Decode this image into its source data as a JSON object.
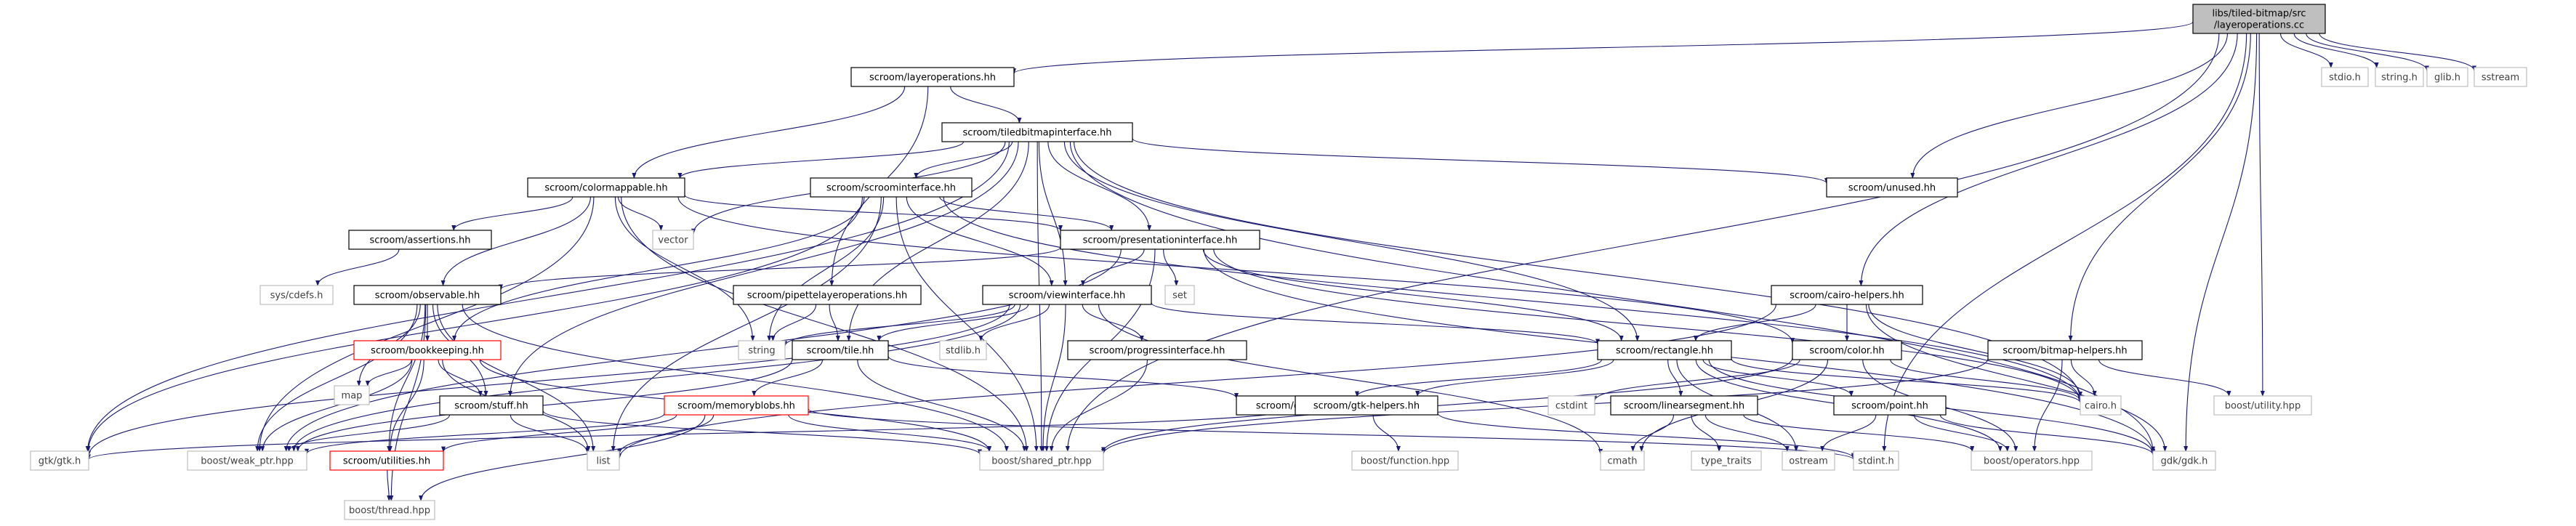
{
  "graph": {
    "nodes": [
      {
        "id": "root",
        "lines": [
          "libs/tiled-bitmap/src",
          "/layeroperations.cc"
        ],
        "style": "root"
      },
      {
        "id": "stdio",
        "lines": [
          "stdio.h"
        ],
        "style": "ext"
      },
      {
        "id": "string_h",
        "lines": [
          "string.h"
        ],
        "style": "ext"
      },
      {
        "id": "glib",
        "lines": [
          "glib.h"
        ],
        "style": "ext"
      },
      {
        "id": "sstream",
        "lines": [
          "sstream"
        ],
        "style": "ext"
      },
      {
        "id": "layerops",
        "lines": [
          "scroom/layeroperations.hh"
        ],
        "style": "normal"
      },
      {
        "id": "tbi",
        "lines": [
          "scroom/tiledbitmapinterface.hh"
        ],
        "style": "normal"
      },
      {
        "id": "unused",
        "lines": [
          "scroom/unused.hh"
        ],
        "style": "normal"
      },
      {
        "id": "colormappable",
        "lines": [
          "scroom/colormappable.hh"
        ],
        "style": "normal"
      },
      {
        "id": "scroominterface",
        "lines": [
          "scroom/scroominterface.hh"
        ],
        "style": "normal"
      },
      {
        "id": "vector",
        "lines": [
          "vector"
        ],
        "style": "ext"
      },
      {
        "id": "assertions",
        "lines": [
          "scroom/assertions.hh"
        ],
        "style": "normal"
      },
      {
        "id": "presentation",
        "lines": [
          "scroom/presentationinterface.hh"
        ],
        "style": "normal"
      },
      {
        "id": "syscdefs",
        "lines": [
          "sys/cdefs.h"
        ],
        "style": "ext"
      },
      {
        "id": "set",
        "lines": [
          "set"
        ],
        "style": "ext"
      },
      {
        "id": "observable",
        "lines": [
          "scroom/observable.hh"
        ],
        "style": "normal"
      },
      {
        "id": "pipette",
        "lines": [
          "scroom/pipettelayeroperations.hh"
        ],
        "style": "normal"
      },
      {
        "id": "viewinterface",
        "lines": [
          "scroom/viewinterface.hh"
        ],
        "style": "normal"
      },
      {
        "id": "cairohelpers",
        "lines": [
          "scroom/cairo-helpers.hh"
        ],
        "style": "normal"
      },
      {
        "id": "bookkeeping",
        "lines": [
          "scroom/bookkeeping.hh"
        ],
        "style": "red"
      },
      {
        "id": "string",
        "lines": [
          "string"
        ],
        "style": "ext"
      },
      {
        "id": "tile",
        "lines": [
          "scroom/tile.hh"
        ],
        "style": "normal"
      },
      {
        "id": "stdlib",
        "lines": [
          "stdlib.h"
        ],
        "style": "ext"
      },
      {
        "id": "progress",
        "lines": [
          "scroom/progressinterface.hh"
        ],
        "style": "normal"
      },
      {
        "id": "rectangle",
        "lines": [
          "scroom/rectangle.hh"
        ],
        "style": "normal"
      },
      {
        "id": "color",
        "lines": [
          "scroom/color.hh"
        ],
        "style": "normal"
      },
      {
        "id": "bitmaphelpers",
        "lines": [
          "scroom/bitmap-helpers.hh"
        ],
        "style": "normal"
      },
      {
        "id": "map",
        "lines": [
          "map"
        ],
        "style": "ext"
      },
      {
        "id": "stuff",
        "lines": [
          "scroom/stuff.hh"
        ],
        "style": "normal"
      },
      {
        "id": "memoryblobs",
        "lines": [
          "scroom/memoryblobs.hh"
        ],
        "style": "red"
      },
      {
        "id": "global",
        "lines": [
          "scroom/global.hh"
        ],
        "style": "normal"
      },
      {
        "id": "cstdint",
        "lines": [
          "cstdint"
        ],
        "style": "ext"
      },
      {
        "id": "gtkhelpers",
        "lines": [
          "scroom/gtk-helpers.hh"
        ],
        "style": "normal"
      },
      {
        "id": "linearsegment",
        "lines": [
          "scroom/linearsegment.hh"
        ],
        "style": "normal"
      },
      {
        "id": "point",
        "lines": [
          "scroom/point.hh"
        ],
        "style": "normal"
      },
      {
        "id": "cairo",
        "lines": [
          "cairo.h"
        ],
        "style": "ext"
      },
      {
        "id": "boostutility",
        "lines": [
          "boost/utility.hpp"
        ],
        "style": "ext"
      },
      {
        "id": "gtk",
        "lines": [
          "gtk/gtk.h"
        ],
        "style": "ext"
      },
      {
        "id": "weakptr",
        "lines": [
          "boost/weak_ptr.hpp"
        ],
        "style": "ext"
      },
      {
        "id": "utilities",
        "lines": [
          "scroom/utilities.hh"
        ],
        "style": "red"
      },
      {
        "id": "list",
        "lines": [
          "list"
        ],
        "style": "ext"
      },
      {
        "id": "sharedptr",
        "lines": [
          "boost/shared_ptr.hpp"
        ],
        "style": "ext"
      },
      {
        "id": "boostfunction",
        "lines": [
          "boost/function.hpp"
        ],
        "style": "ext"
      },
      {
        "id": "cmath",
        "lines": [
          "cmath"
        ],
        "style": "ext"
      },
      {
        "id": "typetraits",
        "lines": [
          "type_traits"
        ],
        "style": "ext"
      },
      {
        "id": "ostream",
        "lines": [
          "ostream"
        ],
        "style": "ext"
      },
      {
        "id": "stdint",
        "lines": [
          "stdint.h"
        ],
        "style": "ext"
      },
      {
        "id": "operators",
        "lines": [
          "boost/operators.hpp"
        ],
        "style": "ext"
      },
      {
        "id": "gdk",
        "lines": [
          "gdk/gdk.h"
        ],
        "style": "ext"
      },
      {
        "id": "boostthread",
        "lines": [
          "boost/thread.hpp"
        ],
        "style": "ext"
      }
    ],
    "edges": [
      [
        "root",
        "layerops"
      ],
      [
        "root",
        "stdio"
      ],
      [
        "root",
        "string_h"
      ],
      [
        "root",
        "glib"
      ],
      [
        "root",
        "sstream"
      ],
      [
        "root",
        "unused"
      ],
      [
        "root",
        "cairohelpers"
      ],
      [
        "root",
        "bitmaphelpers"
      ],
      [
        "root",
        "boostutility"
      ],
      [
        "root",
        "stdint"
      ],
      [
        "root",
        "sharedptr"
      ],
      [
        "root",
        "gdk"
      ],
      [
        "layerops",
        "tbi"
      ],
      [
        "layerops",
        "colormappable"
      ],
      [
        "layerops",
        "pipette"
      ],
      [
        "tbi",
        "unused"
      ],
      [
        "tbi",
        "colormappable"
      ],
      [
        "tbi",
        "scroominterface"
      ],
      [
        "tbi",
        "vector"
      ],
      [
        "tbi",
        "presentation"
      ],
      [
        "tbi",
        "viewinterface"
      ],
      [
        "tbi",
        "tile"
      ],
      [
        "tbi",
        "rectangle"
      ],
      [
        "tbi",
        "cairo"
      ],
      [
        "tbi",
        "gtk"
      ],
      [
        "tbi",
        "sharedptr"
      ],
      [
        "tbi",
        "gdk"
      ],
      [
        "tbi",
        "stuff"
      ],
      [
        "colormappable",
        "assertions"
      ],
      [
        "colormappable",
        "vector"
      ],
      [
        "colormappable",
        "presentation"
      ],
      [
        "colormappable",
        "observable"
      ],
      [
        "colormappable",
        "color"
      ],
      [
        "colormappable",
        "string"
      ],
      [
        "colormappable",
        "sharedptr"
      ],
      [
        "colormappable",
        "weakptr"
      ],
      [
        "assertions",
        "syscdefs"
      ],
      [
        "scroominterface",
        "presentation"
      ],
      [
        "scroominterface",
        "viewinterface"
      ],
      [
        "scroominterface",
        "bookkeeping"
      ],
      [
        "scroominterface",
        "string"
      ],
      [
        "scroominterface",
        "list"
      ],
      [
        "scroominterface",
        "sharedptr"
      ],
      [
        "scroominterface",
        "gtk"
      ],
      [
        "scroominterface",
        "cairo"
      ],
      [
        "presentation",
        "observable"
      ],
      [
        "presentation",
        "viewinterface"
      ],
      [
        "presentation",
        "set"
      ],
      [
        "presentation",
        "rectangle"
      ],
      [
        "presentation",
        "cairo"
      ],
      [
        "presentation",
        "gdk"
      ],
      [
        "presentation",
        "sharedptr"
      ],
      [
        "presentation",
        "weakptr"
      ],
      [
        "observable",
        "bookkeeping"
      ],
      [
        "observable",
        "stuff"
      ],
      [
        "observable",
        "list"
      ],
      [
        "observable",
        "map"
      ],
      [
        "observable",
        "utilities"
      ],
      [
        "observable",
        "sharedptr"
      ],
      [
        "observable",
        "weakptr"
      ],
      [
        "observable",
        "boostthread"
      ],
      [
        "pipette",
        "tile"
      ],
      [
        "pipette",
        "string"
      ],
      [
        "viewinterface",
        "string"
      ],
      [
        "viewinterface",
        "stdlib"
      ],
      [
        "viewinterface",
        "progress"
      ],
      [
        "viewinterface",
        "rectangle"
      ],
      [
        "viewinterface",
        "tile"
      ],
      [
        "viewinterface",
        "gtk"
      ],
      [
        "viewinterface",
        "sharedptr"
      ],
      [
        "viewinterface",
        "weakptr"
      ],
      [
        "viewinterface",
        "cmath"
      ],
      [
        "cairohelpers",
        "rectangle"
      ],
      [
        "cairohelpers",
        "color"
      ],
      [
        "cairohelpers",
        "cairo"
      ],
      [
        "cairohelpers",
        "gdk"
      ],
      [
        "cairohelpers",
        "list"
      ],
      [
        "bookkeeping",
        "map"
      ],
      [
        "bookkeeping",
        "stuff"
      ],
      [
        "bookkeeping",
        "utilities"
      ],
      [
        "bookkeeping",
        "list"
      ],
      [
        "bookkeeping",
        "sharedptr"
      ],
      [
        "bookkeeping",
        "weakptr"
      ],
      [
        "tile",
        "memoryblobs"
      ],
      [
        "tile",
        "global"
      ],
      [
        "tile",
        "sharedptr"
      ],
      [
        "tile",
        "weakptr"
      ],
      [
        "progress",
        "sharedptr"
      ],
      [
        "rectangle",
        "gtkhelpers"
      ],
      [
        "rectangle",
        "linearsegment"
      ],
      [
        "rectangle",
        "point"
      ],
      [
        "rectangle",
        "cairo"
      ],
      [
        "rectangle",
        "gdk"
      ],
      [
        "rectangle",
        "operators"
      ],
      [
        "rectangle",
        "ostream"
      ],
      [
        "rectangle",
        "global"
      ],
      [
        "color",
        "cairo"
      ],
      [
        "color",
        "cstdint"
      ],
      [
        "color",
        "cmath"
      ],
      [
        "color",
        "operators"
      ],
      [
        "color",
        "sharedptr"
      ],
      [
        "bitmaphelpers",
        "cairo"
      ],
      [
        "bitmaphelpers",
        "boostutility"
      ],
      [
        "bitmaphelpers",
        "operators"
      ],
      [
        "bitmaphelpers",
        "sharedptr"
      ],
      [
        "stuff",
        "list"
      ],
      [
        "stuff",
        "sharedptr"
      ],
      [
        "stuff",
        "weakptr"
      ],
      [
        "memoryblobs",
        "list"
      ],
      [
        "memoryblobs",
        "utilities"
      ],
      [
        "memoryblobs",
        "sharedptr"
      ],
      [
        "memoryblobs",
        "weakptr"
      ],
      [
        "memoryblobs",
        "boostthread"
      ],
      [
        "memoryblobs",
        "stdint"
      ],
      [
        "gtkhelpers",
        "boostfunction"
      ],
      [
        "gtkhelpers",
        "gtk"
      ],
      [
        "gtkhelpers",
        "stdint"
      ],
      [
        "linearsegment",
        "cmath"
      ],
      [
        "linearsegment",
        "typetraits"
      ],
      [
        "linearsegment",
        "ostream"
      ],
      [
        "linearsegment",
        "operators"
      ],
      [
        "point",
        "ostream"
      ],
      [
        "point",
        "operators"
      ],
      [
        "point",
        "gdk"
      ],
      [
        "utilities",
        "boostthread"
      ]
    ],
    "colors": {
      "edge": "#191970",
      "root_fill": "#bfbfbf",
      "normal_border": "#000000",
      "ext_border": "#bfbfbf",
      "red_border": "#ff0000",
      "ext_text": "#404040"
    }
  }
}
